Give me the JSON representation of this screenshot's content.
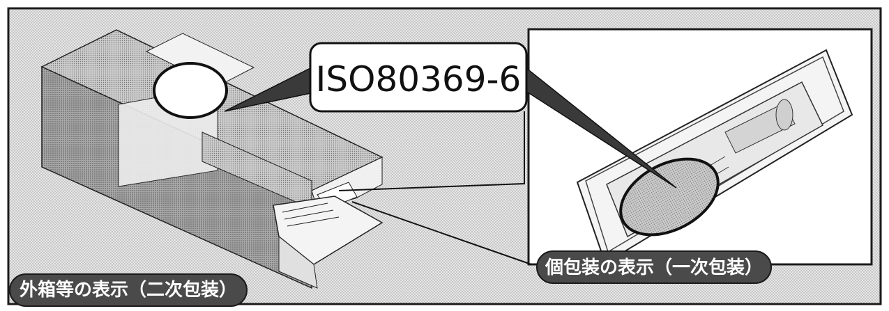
{
  "callout": {
    "standard_code": "ISO80369-6"
  },
  "labels": {
    "secondary_packaging": "外箱等の表示（二次包装）",
    "primary_packaging": "個包装の表示（一次包装）"
  },
  "colors": {
    "frame": "#1a1a1a",
    "pill_fill": "#4a4a4a",
    "pill_text": "#ffffff",
    "callout_fill": "#ffffff",
    "shade_dark": "#8c8c8c",
    "shade_mid": "#bdbdbd",
    "shade_light": "#dcdcdc"
  }
}
